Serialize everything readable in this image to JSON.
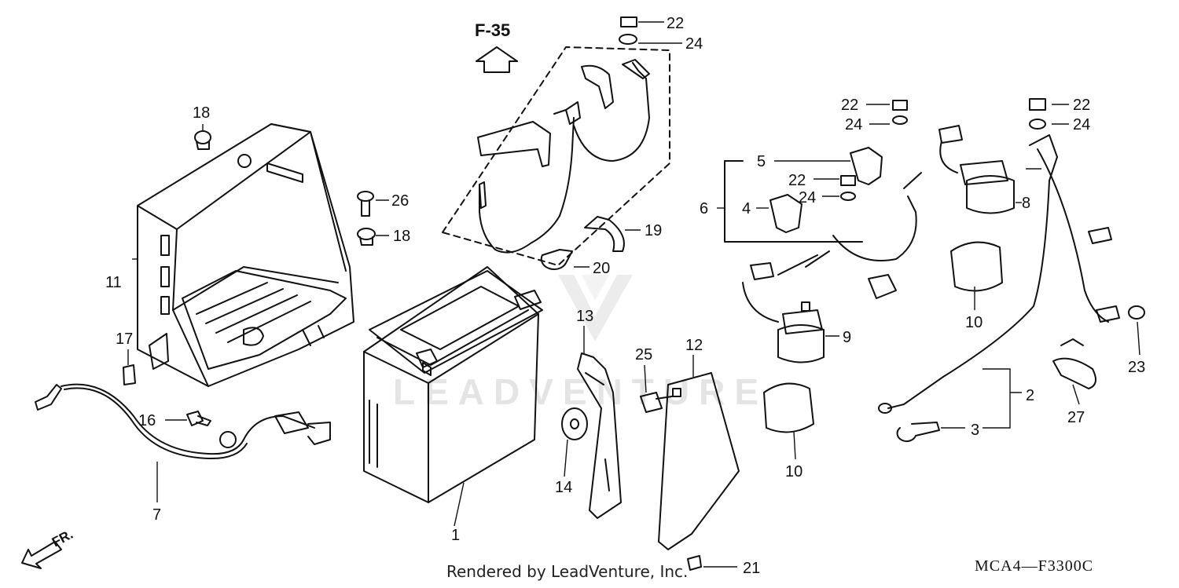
{
  "diagram": {
    "reference_label": "F-35",
    "front_label": "FR.",
    "watermark": "LEADVENTURE",
    "footer": "Rendered by LeadVenture, Inc.",
    "diagram_code": "MCA4—F3300C",
    "callouts": [
      "1",
      "2",
      "3",
      "4",
      "5",
      "6",
      "7",
      "8",
      "9",
      "10",
      "10",
      "11",
      "12",
      "13",
      "14",
      "16",
      "17",
      "18",
      "18",
      "19",
      "20",
      "21",
      "22",
      "22",
      "22",
      "23",
      "24",
      "24",
      "24",
      "25",
      "26",
      "27"
    ]
  }
}
